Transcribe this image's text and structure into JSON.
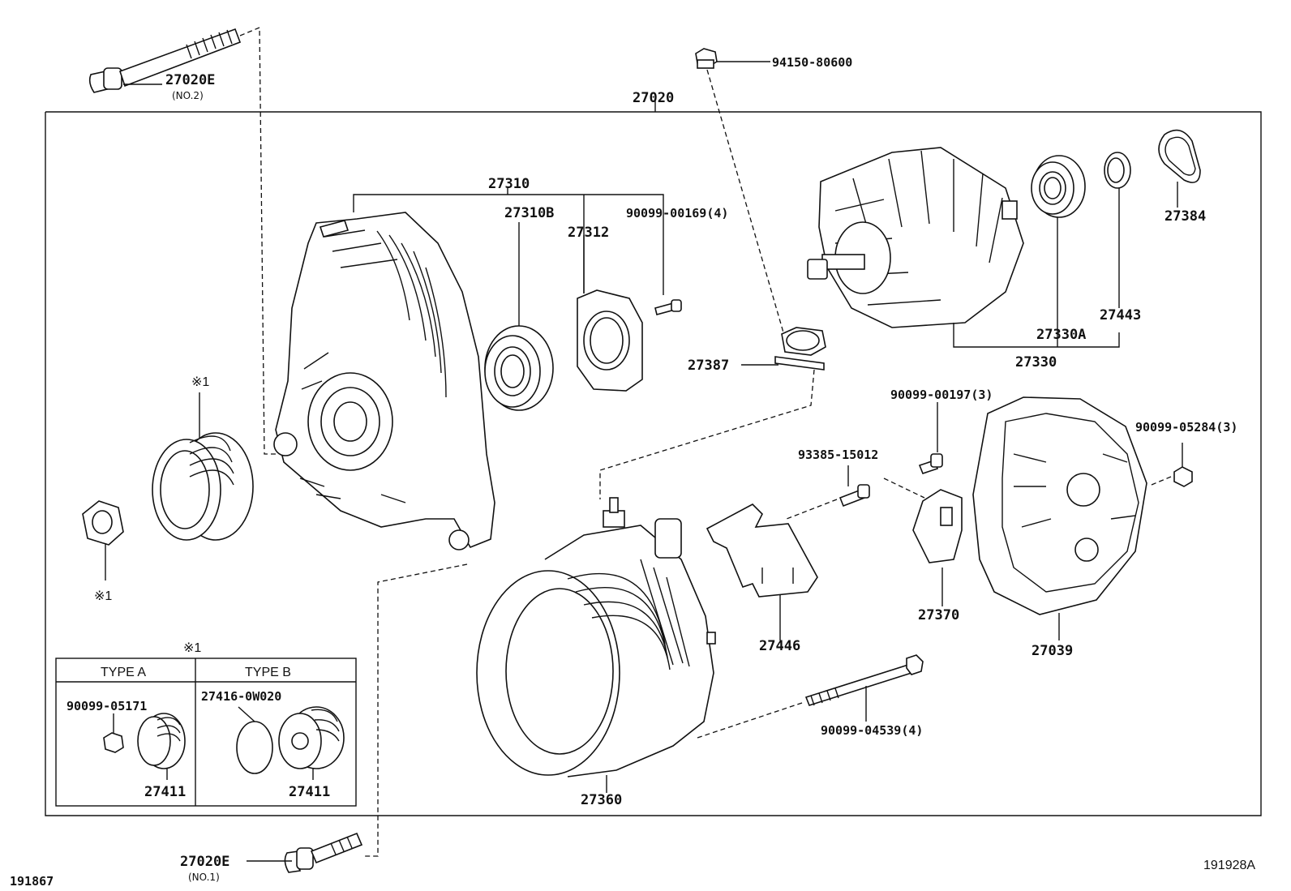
{
  "labels": {
    "main_assembly": "27020",
    "bolt_top": "27020E",
    "bolt_top_note": "(NO.2)",
    "bolt_bottom": "27020E",
    "bolt_bottom_note": "(NO.1)",
    "nut_top": "94150-80600",
    "frame": "27310",
    "bearing_front": "27310B",
    "retainer": "27312",
    "screw_retainer": "90099-00169(4)",
    "rotor": "27330",
    "bearing_rear": "27330A",
    "collar": "27443",
    "cover_ring": "27384",
    "insulator": "27387",
    "screw_regulator": "90099-00197(3)",
    "screw_plate": "93385-15012",
    "nut_cover": "90099-05284(3)",
    "regulator": "27370",
    "plate": "27446",
    "rear_cover": "27039",
    "stator": "27360",
    "through_bolt": "90099-04539(4)",
    "pulley_mark": "※1",
    "nut_mark": "※1"
  },
  "inset": {
    "mark": "※1",
    "type_a": "TYPE A",
    "type_b": "TYPE B",
    "a_nut": "90099-05171",
    "a_pulley": "27411",
    "b_cap": "27416-0W020",
    "b_pulley": "27411"
  },
  "codes": {
    "left": "191867",
    "right": "191928A"
  }
}
